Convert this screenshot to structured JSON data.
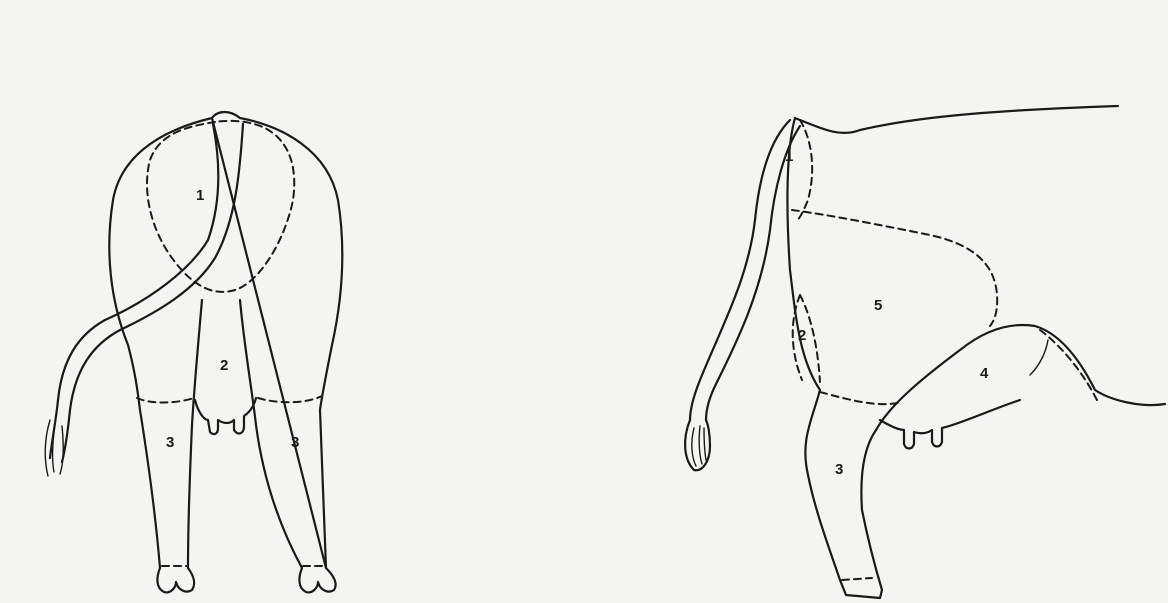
{
  "rear_view": {
    "labels": {
      "rump": "1",
      "udder": "2",
      "left_leg": "3",
      "right_leg": "3"
    }
  },
  "side_view": {
    "labels": {
      "rump": "1",
      "thigh": "2",
      "leg": "3",
      "flank": "4",
      "hindquarter": "5"
    }
  }
}
